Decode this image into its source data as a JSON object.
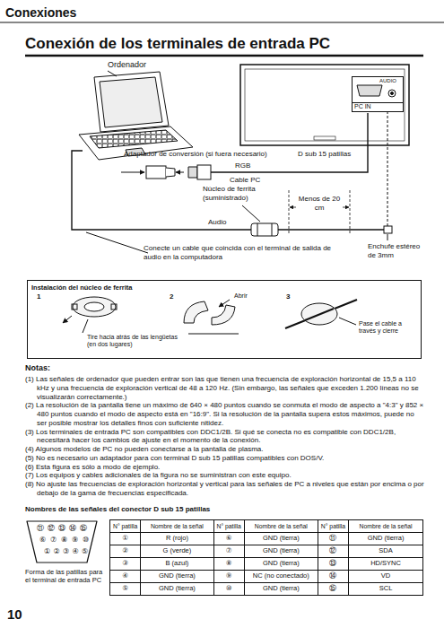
{
  "diagram": {
    "title": "Conexión de los terminales de entrada PC",
    "nodes": [
      {
        "text": [
          "AUDIO",
          "PC IN"
        ]
      },
      {
        "text": [
          "Instalación del núcleo de ferrita",
          "1",
          "2",
          "3",
          "Tire hacia atrás de las lengüetas (en dos lugares)",
          "Abrir",
          "Pase el cable a través y cierre"
        ]
      }
    ],
    "labels": [
      "Conexiones",
      "Ordenador",
      "Adaptador de conversión (si fuera necesario)",
      "D sub 15 patillas",
      "RGB",
      "Cable PC",
      "Núcleo de ferrita (suministrado)",
      "Menos de 20 cm",
      "Audio",
      "Enchufe estéreo de 3mm",
      "Conecte un cable que coincida con el terminal de salida de audio en la computadora",
      "Notas:",
      "(1) Las señales de ordenador que pueden entrar son las que tienen una frecuencia de exploración horizontal de 15,5 a 110 kHz y una frecuencia de exploración vertical de 48 a 120 Hz. (Sin embargo, las señales que exceden 1.200 líneas no se visualizarán correctamente.)",
      "(2) La resolución de la pantalla tiene un máximo de 640 × 480 puntos cuando se conmuta el modo de aspecto a \"4:3\" y 852 × 480 puntos cuando el modo de aspecto está en \"16:9\". Si la resolución de la pantalla supera estos máximos, puede no ser posible mostrar los detalles finos con suficiente nitidez.",
      "(3) Los terminales de entrada PC son compatibles con DDC1/2B. Si qué se conecta no es compatible con DDC1/2B, necesitará hacer los cambios de ajuste en el momento de la conexión.",
      "(4) Algunos modelos de PC no pueden conectarse a la pantalla de plasma.",
      "(5) No es necesario un adaptador para con terminal D sub 15 patillas compatibles con DOS/V.",
      "(6) Esta figura es sólo a modo de ejemplo.",
      "(7) Los equipos y cables adicionales de la figura no se suministran con este equipo.",
      "(8) No ajuste las frecuencias de exploración horizontal y vertical para las señales de PC a niveles que están por encima o por debajo de la gama de frecuencias especificada.",
      "Nombres de las señales del conector D sub 15 patillas",
      "⑪",
      "⑫",
      "⑬",
      "⑭",
      "⑮",
      "⑥",
      "⑦",
      "⑧",
      "⑨",
      "⑩",
      "①",
      "②",
      "③",
      "④",
      "⑤",
      "Forma de las patillas para el terminal de entrada PC",
      "N° patilla",
      "Nombre de la señal",
      "N° patilla",
      "Nombre de la señal",
      "N° patilla",
      "Nombre de la señal",
      "①",
      "R (rojo)",
      "⑥",
      "GND (tierra)",
      "⑪",
      "GND (tierra)",
      "②",
      "G (verde)",
      "⑦",
      "GND (tierra)",
      "⑫",
      "SDA",
      "③",
      "B (azul)",
      "⑧",
      "GND (tierra)",
      "⑬",
      "HD/SYNC",
      "④",
      "GND (tierra)",
      "⑨",
      "NC (no conectado)",
      "⑭",
      "VD",
      "⑤",
      "GND (tierra)",
      "⑩",
      "GND (tierra)",
      "⑮",
      "SCL",
      "10"
    ]
  }
}
